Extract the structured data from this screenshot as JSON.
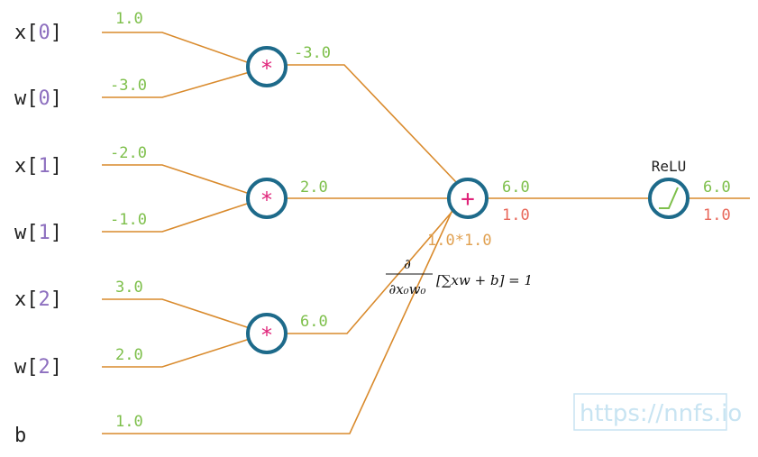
{
  "inputs": [
    {
      "name": "x",
      "index": "0",
      "value": "1.0"
    },
    {
      "name": "w",
      "index": "0",
      "value": "-3.0"
    },
    {
      "name": "x",
      "index": "1",
      "value": "-2.0"
    },
    {
      "name": "w",
      "index": "1",
      "value": "-1.0"
    },
    {
      "name": "x",
      "index": "2",
      "value": "3.0"
    },
    {
      "name": "w",
      "index": "2",
      "value": "2.0"
    },
    {
      "name": "b",
      "index": "",
      "value": "1.0"
    }
  ],
  "mult_nodes": [
    {
      "op": "*",
      "output": "-3.0"
    },
    {
      "op": "*",
      "output": "2.0"
    },
    {
      "op": "*",
      "output": "6.0"
    }
  ],
  "sum_node": {
    "op": "+",
    "output": "6.0",
    "gradient": "1.0",
    "chain": "1.0*1.0"
  },
  "relu_node": {
    "label": "ReLU",
    "output": "6.0",
    "gradient": "1.0"
  },
  "equation": {
    "numerator": "∂",
    "denominator": "∂x₀w₀",
    "body": "[∑xw + b] = 1"
  },
  "watermark": "https://nnfs.io",
  "colors": {
    "wire": "#d98a2c",
    "node_ring": "#1d6a8a",
    "operator": "#e0247a",
    "forward_value": "#7dbf4a",
    "gradient_value": "#e8675a",
    "chain_value": "#e0a050",
    "index": "#8d6fbf"
  }
}
